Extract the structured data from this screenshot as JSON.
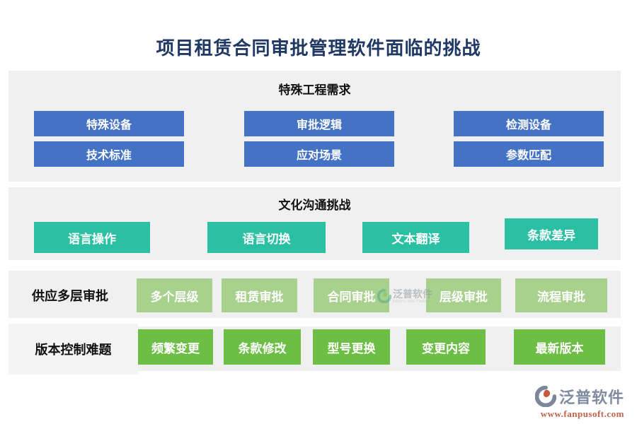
{
  "title": "项目租赁合同审批管理软件面临的挑战",
  "sections": {
    "special_requirements": {
      "header": "特殊工程需求",
      "buttons": [
        "特殊设备",
        "审批逻辑",
        "检测设备",
        "技术标准",
        "应对场景",
        "参数匹配"
      ]
    },
    "culture": {
      "header": "文化沟通挑战",
      "buttons": [
        "语言操作",
        "语言切换",
        "文本翻译",
        "条款差异"
      ]
    },
    "multi_approval": {
      "label": "供应多层审批",
      "buttons": [
        "多个层级",
        "租赁审批",
        "合同审批",
        "层级审批",
        "流程审批"
      ]
    },
    "version_control": {
      "label": "版本控制难题",
      "buttons": [
        "频繁变更",
        "条款修改",
        "型号更换",
        "变更内容",
        "最新版本"
      ]
    }
  },
  "watermark": {
    "brand": "泛普软件",
    "brand_en": "FANPU SOFTWARE"
  },
  "footer": {
    "brand": "泛普软件",
    "url": "www.fanpusoft.com"
  },
  "colors": {
    "title": "#1F3864",
    "blue": "#4472C4",
    "teal": "#2BBFA3",
    "light_green": "#A9D18E",
    "green": "#6CBE45",
    "band_gray": "#F0F0F0",
    "brand_slate": "#7E8BA1",
    "brand_orange": "#C4624A"
  }
}
